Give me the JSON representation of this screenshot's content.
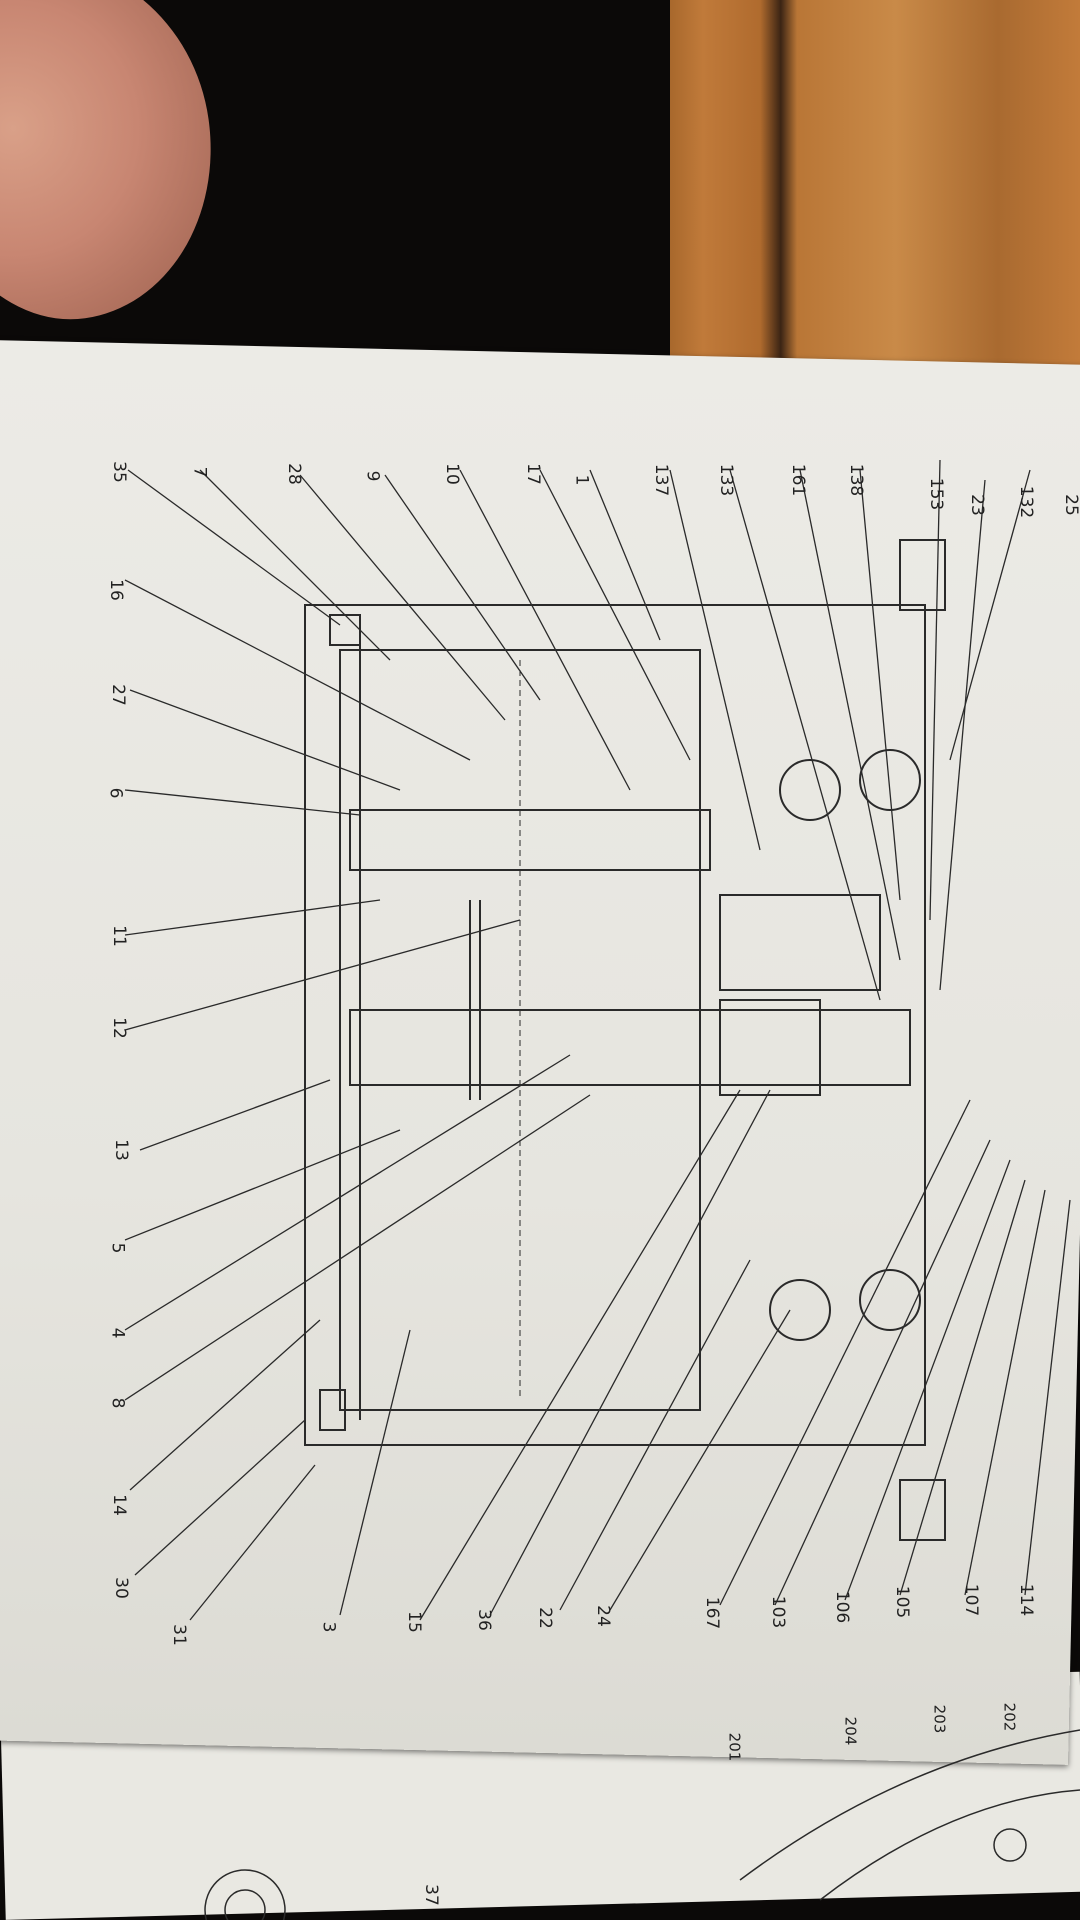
{
  "drawing": {
    "callouts_top": [
      "35",
      "7",
      "28",
      "9",
      "10",
      "17",
      "1",
      "137",
      "133",
      "161",
      "138",
      "153",
      "23",
      "132",
      "25"
    ],
    "callouts_left": [
      "16",
      "27",
      "6",
      "11",
      "12",
      "13",
      "5",
      "4",
      "8",
      "14",
      "30",
      "31"
    ],
    "callouts_bottom": [
      "3",
      "15",
      "36",
      "22",
      "24",
      "167",
      "103",
      "106",
      "105",
      "107",
      "114"
    ],
    "lower_page_callouts": [
      "201",
      "204",
      "203",
      "202"
    ],
    "lower_page_number": "37"
  },
  "colors": {
    "paper": "#e8e7e1",
    "ink": "#2a2a2a",
    "wood": "#b97636"
  }
}
